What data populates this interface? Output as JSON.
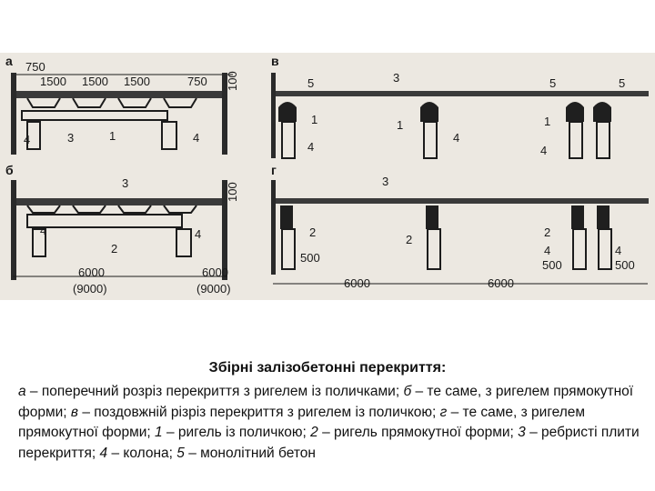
{
  "figure": {
    "panel_a": {
      "letter": "а",
      "dims_top": [
        "750",
        "1500",
        "1500",
        "1500",
        "750"
      ],
      "dim_side": "100",
      "callouts": [
        "4",
        "3",
        "1",
        "4"
      ]
    },
    "panel_b": {
      "letter": "б",
      "dim_side": "100",
      "callouts": [
        "3",
        "4",
        "2",
        "4"
      ],
      "span_left": "6000",
      "span_left_alt": "(9000)",
      "span_right": "6000",
      "span_right_alt": "(9000)"
    },
    "panel_v": {
      "letter": "в",
      "callouts": [
        "5",
        "3",
        "5",
        "5",
        "1",
        "1",
        "1",
        "4",
        "4",
        "4"
      ]
    },
    "panel_g": {
      "letter": "г",
      "callouts": [
        "3",
        "2",
        "2",
        "2",
        "4",
        "500",
        "4",
        "500",
        "500"
      ],
      "span_left": "6000",
      "span_right": "6000"
    }
  },
  "caption": {
    "title": "Збірні залізобетонні перекриття:",
    "items": [
      {
        "key": "а",
        "text": " – поперечний розріз перекриття з ригелем із поличками; "
      },
      {
        "key": "б",
        "text": " – те саме, з ригелем прямокутної форми; "
      },
      {
        "key": "в",
        "text": " – поздовжній різріз перекриття з ригелем із поличкою; "
      },
      {
        "key": "г",
        "text": " – те саме, з ригелем прямокутної форми; "
      },
      {
        "key": "1",
        "text": " – ригель із поличкою; "
      },
      {
        "key": "2",
        "text": " – ригель прямокутної форми; "
      },
      {
        "key": "3",
        "text": " – ребристі плити перекриття; "
      },
      {
        "key": "4",
        "text": " – колона; "
      },
      {
        "key": "5",
        "text": " – монолітний бетон"
      }
    ]
  }
}
